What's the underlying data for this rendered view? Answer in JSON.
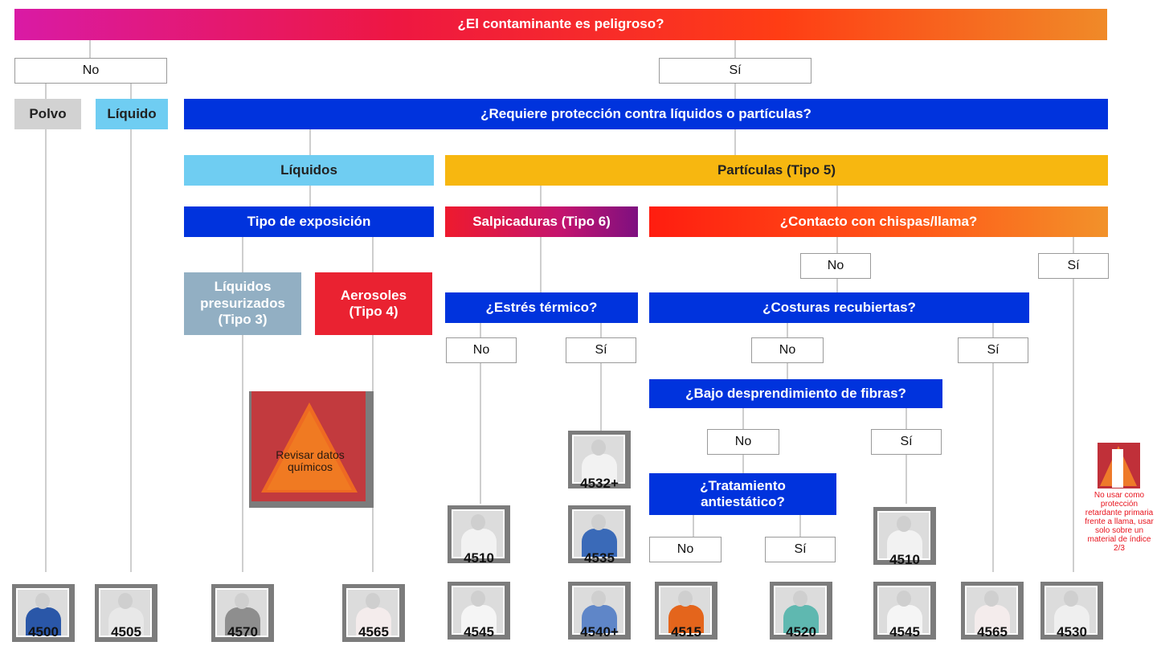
{
  "colors": {
    "blue": "#0033dd",
    "light_blue": "#6fcdf2",
    "orange": "#f7b710",
    "red": "#ea2231",
    "steel": "#92afc3",
    "note_red": "#e8141e"
  },
  "title": "¿El contaminante es peligroso?",
  "answers": {
    "no": "No",
    "si": "Sí"
  },
  "nodes": {
    "polvo": "Polvo",
    "liquido": "Líquido",
    "requiere": "¿Requiere protección contra líquidos o partículas?",
    "liquidos": "Líquidos",
    "particulas": "Partículas (Tipo 5)",
    "tipo_exposicion": "Tipo de exposición",
    "salpicaduras": "Salpicaduras (Tipo 6)",
    "contacto": "¿Contacto con chispas/llama?",
    "presurizados": "Líquidos presurizados (Tipo 3)",
    "aerosoles": "Aerosoles (Tipo 4)",
    "estres": "¿Estrés térmico?",
    "costuras": "¿Costuras recubiertas?",
    "bajo_desp": "¿Bajo desprendimiento de fibras?",
    "antiestatico": "¿Tratamiento antiestático?"
  },
  "warning": {
    "icon": "warning-triangle-icon",
    "text": "Revisar datos químicos"
  },
  "flame_note": {
    "icon": "flame-warning-icon",
    "text": "No usar como protección retardante primaria frente a llama, usar solo sobre un material de índice 2/3"
  },
  "products": [
    {
      "code": "4500",
      "suit": "#2a57a8"
    },
    {
      "code": "4505",
      "suit": "#e8e8e8"
    },
    {
      "code": "4570",
      "suit": "#8e8e8e"
    },
    {
      "code": "4565",
      "suit": "#f4ecec"
    },
    {
      "code": "4510",
      "suit": "#f2f2f2"
    },
    {
      "code": "4532+",
      "suit": "#f2f2f2"
    },
    {
      "code": "4535",
      "suit": "#3a6ab8"
    },
    {
      "code": "4545",
      "suit": "#f5f5f5"
    },
    {
      "code": "4540+",
      "suit": "#5f86c8"
    },
    {
      "code": "4515",
      "suit": "#e4651c"
    },
    {
      "code": "4520",
      "suit": "#5fb8b0"
    },
    {
      "code": "4510",
      "suit": "#f2f2f2"
    },
    {
      "code": "4545",
      "suit": "#f5f5f5"
    },
    {
      "code": "4565",
      "suit": "#f4ecec"
    },
    {
      "code": "4530",
      "suit": "#efefef"
    }
  ]
}
